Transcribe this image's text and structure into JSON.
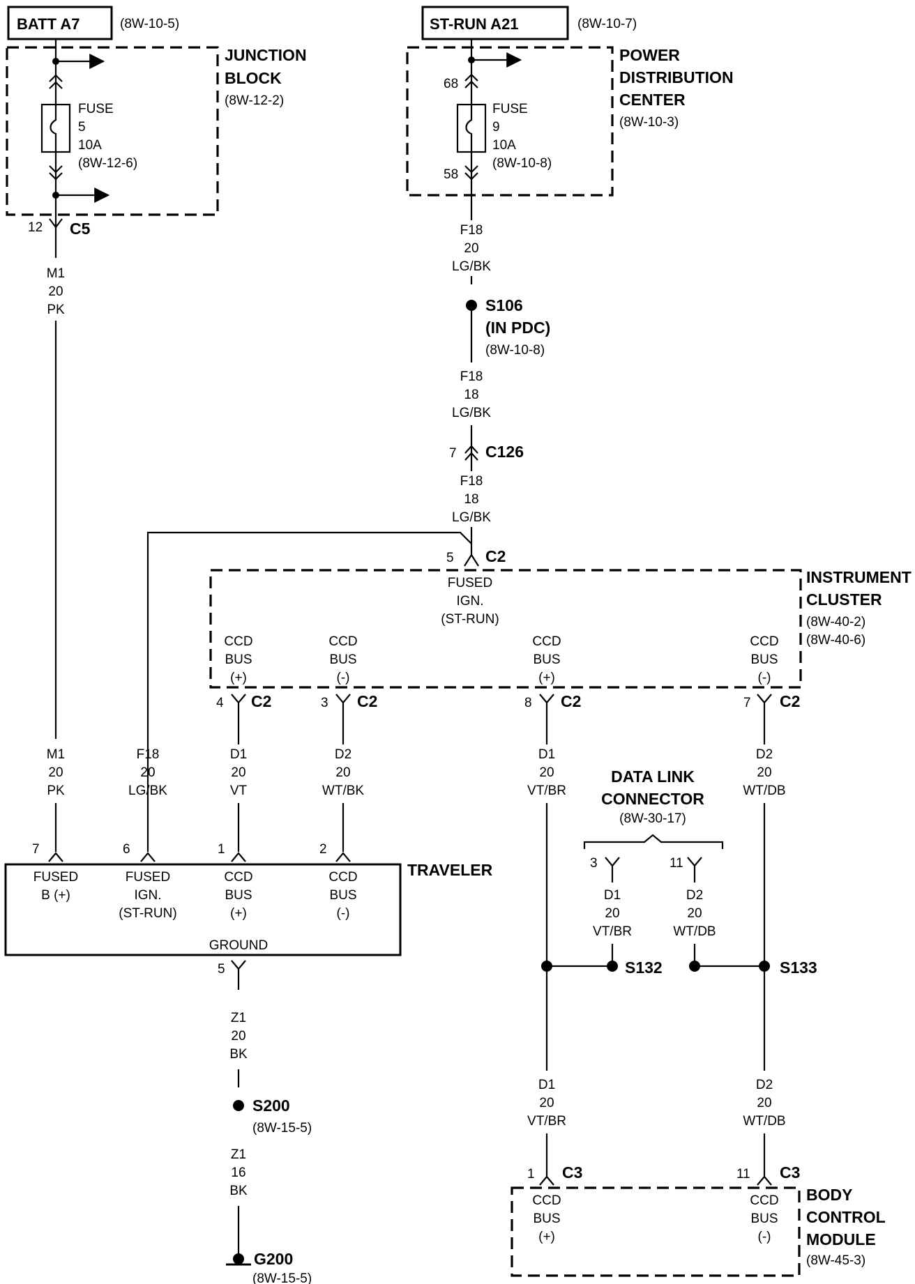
{
  "sources": [
    {
      "id": "batt",
      "label": "BATT A7",
      "ref": "(8W-10-5)"
    },
    {
      "id": "strun",
      "label": "ST-RUN A21",
      "ref": "(8W-10-7)"
    }
  ],
  "blocks": {
    "junction": {
      "name": [
        "JUNCTION",
        "BLOCK"
      ],
      "ref": "(8W-12-2)"
    },
    "pdc": {
      "name": [
        "POWER",
        "DISTRIBUTION",
        "CENTER"
      ],
      "ref": "(8W-10-3)"
    },
    "cluster": {
      "name": [
        "INSTRUMENT",
        "CLUSTER"
      ],
      "refs": [
        "(8W-40-2)",
        "(8W-40-6)"
      ]
    },
    "traveler": {
      "name": "TRAVELER"
    },
    "bcm": {
      "name": [
        "BODY",
        "CONTROL",
        "MODULE"
      ],
      "ref": "(8W-45-3)"
    },
    "dlc": {
      "name": [
        "DATA LINK",
        "CONNECTOR"
      ],
      "ref": "(8W-30-17)"
    }
  },
  "fuses": [
    {
      "id": "f5",
      "lines": [
        "FUSE",
        "5",
        "10A",
        "(8W-12-6)"
      ]
    },
    {
      "id": "f9",
      "lines": [
        "FUSE",
        "9",
        "10A",
        "(8W-10-8)"
      ]
    }
  ],
  "pins": {
    "c5_12": "12",
    "pdc_68": "68",
    "pdc_58": "58",
    "c126_7": "7",
    "c2_5": "5",
    "c2_4": "4",
    "c2_3": "3",
    "c2_8": "8",
    "c2_7": "7",
    "tr_7": "7",
    "tr_6": "6",
    "tr_1": "1",
    "tr_2": "2",
    "tr_5": "5",
    "dlc_3": "3",
    "dlc_11": "11",
    "c3_1": "1",
    "c3_11": "11"
  },
  "connectors": {
    "c5": "C5",
    "c126": "C126",
    "c2": "C2",
    "c3": "C3"
  },
  "splices": {
    "s106": {
      "id": "S106",
      "sub": "(IN PDC)",
      "ref": "(8W-10-8)"
    },
    "s132": {
      "id": "S132"
    },
    "s133": {
      "id": "S133"
    },
    "s200": {
      "id": "S200",
      "ref": "(8W-15-5)"
    },
    "g200": {
      "id": "G200",
      "ref": "(8W-15-5)"
    }
  },
  "wires": {
    "m1_top": [
      "M1",
      "20",
      "PK"
    ],
    "f18_a": [
      "F18",
      "20",
      "LG/BK"
    ],
    "f18_b": [
      "F18",
      "18",
      "LG/BK"
    ],
    "f18_c": [
      "F18",
      "18",
      "LG/BK"
    ],
    "m1_low": [
      "M1",
      "20",
      "PK"
    ],
    "f18_low": [
      "F18",
      "20",
      "LG/BK"
    ],
    "d1_a": [
      "D1",
      "20",
      "VT"
    ],
    "d2_a": [
      "D2",
      "20",
      "WT/BK"
    ],
    "d1_b": [
      "D1",
      "20",
      "VT/BR"
    ],
    "d2_b": [
      "D2",
      "20",
      "WT/DB"
    ],
    "d1_dlc": [
      "D1",
      "20",
      "VT/BR"
    ],
    "d2_dlc": [
      "D2",
      "20",
      "WT/DB"
    ],
    "d1_c": [
      "D1",
      "20",
      "VT/BR"
    ],
    "d2_c": [
      "D2",
      "20",
      "WT/DB"
    ],
    "z1_a": [
      "Z1",
      "20",
      "BK"
    ],
    "z1_b": [
      "Z1",
      "16",
      "BK"
    ]
  },
  "terminals": {
    "cl_fused": [
      "FUSED",
      "IGN.",
      "(ST-RUN)"
    ],
    "cl_ccd1": [
      "CCD",
      "BUS",
      "(+)"
    ],
    "cl_ccd2": [
      "CCD",
      "BUS",
      "(-)"
    ],
    "cl_ccd3": [
      "CCD",
      "BUS",
      "(+)"
    ],
    "cl_ccd4": [
      "CCD",
      "BUS",
      "(-)"
    ],
    "tr_fb": [
      "FUSED",
      "B (+)"
    ],
    "tr_fi": [
      "FUSED",
      "IGN.",
      "(ST-RUN)"
    ],
    "tr_ccd1": [
      "CCD",
      "BUS",
      "(+)"
    ],
    "tr_ccd2": [
      "CCD",
      "BUS",
      "(-)"
    ],
    "tr_gnd": "GROUND",
    "bcm_ccd1": [
      "CCD",
      "BUS",
      "(+)"
    ],
    "bcm_ccd2": [
      "CCD",
      "BUS",
      "(-)"
    ]
  }
}
